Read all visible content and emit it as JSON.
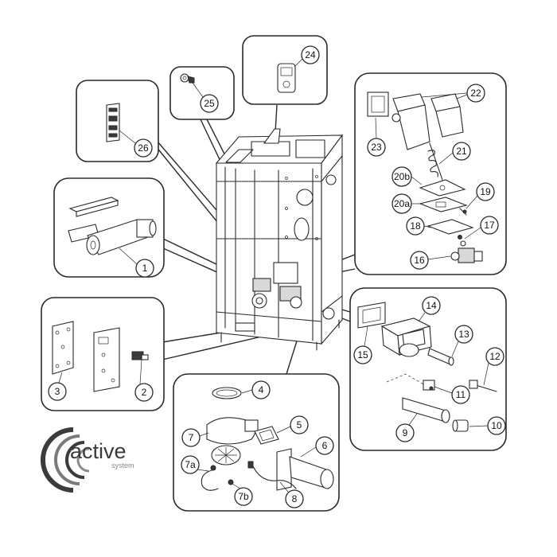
{
  "brand": {
    "word": "active",
    "sub": "system",
    "colors": {
      "dark": "#3b3b3b",
      "light": "#8a8a8a"
    }
  },
  "callouts": [
    {
      "id": "c1",
      "label": "1"
    },
    {
      "id": "c2",
      "label": "2"
    },
    {
      "id": "c3",
      "label": "3"
    },
    {
      "id": "c4",
      "label": "4"
    },
    {
      "id": "c5",
      "label": "5"
    },
    {
      "id": "c6",
      "label": "6"
    },
    {
      "id": "c7",
      "label": "7"
    },
    {
      "id": "c7a",
      "label": "7a"
    },
    {
      "id": "c7b",
      "label": "7b"
    },
    {
      "id": "c8",
      "label": "8"
    },
    {
      "id": "c9",
      "label": "9"
    },
    {
      "id": "c10",
      "label": "10"
    },
    {
      "id": "c11",
      "label": "11"
    },
    {
      "id": "c12",
      "label": "12"
    },
    {
      "id": "c13",
      "label": "13"
    },
    {
      "id": "c14",
      "label": "14"
    },
    {
      "id": "c15",
      "label": "15"
    },
    {
      "id": "c16",
      "label": "16"
    },
    {
      "id": "c17",
      "label": "17"
    },
    {
      "id": "c18",
      "label": "18"
    },
    {
      "id": "c19",
      "label": "19"
    },
    {
      "id": "c20a",
      "label": "20a"
    },
    {
      "id": "c20b",
      "label": "20b"
    },
    {
      "id": "c21",
      "label": "21"
    },
    {
      "id": "c22",
      "label": "22"
    },
    {
      "id": "c23",
      "label": "23"
    },
    {
      "id": "c24",
      "label": "24"
    },
    {
      "id": "c25",
      "label": "25"
    },
    {
      "id": "c26",
      "label": "26"
    }
  ]
}
